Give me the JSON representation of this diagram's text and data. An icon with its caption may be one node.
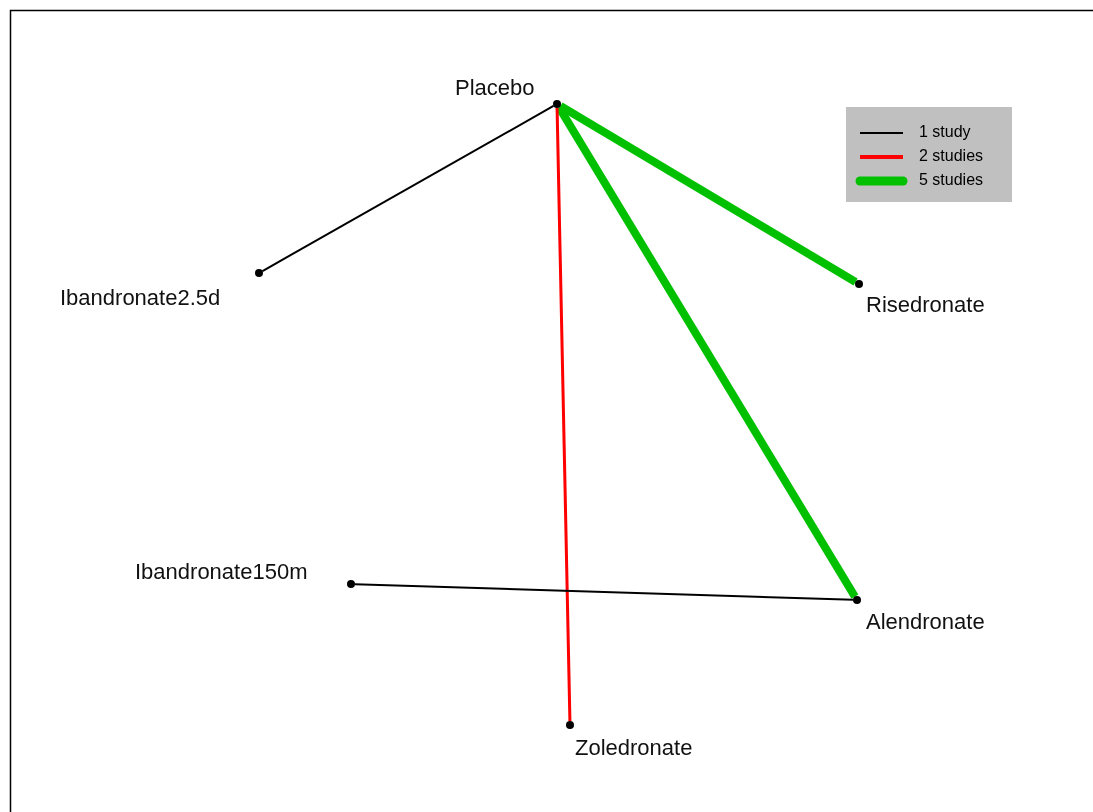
{
  "diagram": {
    "nodes": [
      {
        "text": [],
        "shape": "circle",
        "beside": [
          "Placebo"
        ]
      },
      {
        "text": [],
        "shape": "circle",
        "beside": [
          "Ibandronate2.5d"
        ]
      },
      {
        "text": [],
        "shape": "circle",
        "beside": [
          "Risedronate"
        ]
      },
      {
        "text": [],
        "shape": "circle",
        "beside": [
          "Ibandronate150m"
        ]
      },
      {
        "text": [],
        "shape": "circle",
        "beside": [
          "Alendronate"
        ]
      },
      {
        "text": [],
        "shape": "circle",
        "beside": [
          "Zoledronate"
        ]
      }
    ],
    "edges": [
      {
        "from": 0,
        "to": 1,
        "arrow": "none"
      },
      {
        "from": 0,
        "to": 2,
        "arrow": "none",
        "style": "thick",
        "color": "#00c000"
      },
      {
        "from": 0,
        "to": 4,
        "arrow": "none",
        "style": "thick",
        "color": "#00c000"
      },
      {
        "from": 0,
        "to": 5,
        "arrow": "none",
        "color": "#ff0000"
      },
      {
        "from": 3,
        "to": 4,
        "arrow": "none"
      }
    ],
    "legend": [
      {
        "text": "1 study"
      },
      {
        "text": "2 studies"
      },
      {
        "text": "5 studies"
      }
    ]
  }
}
